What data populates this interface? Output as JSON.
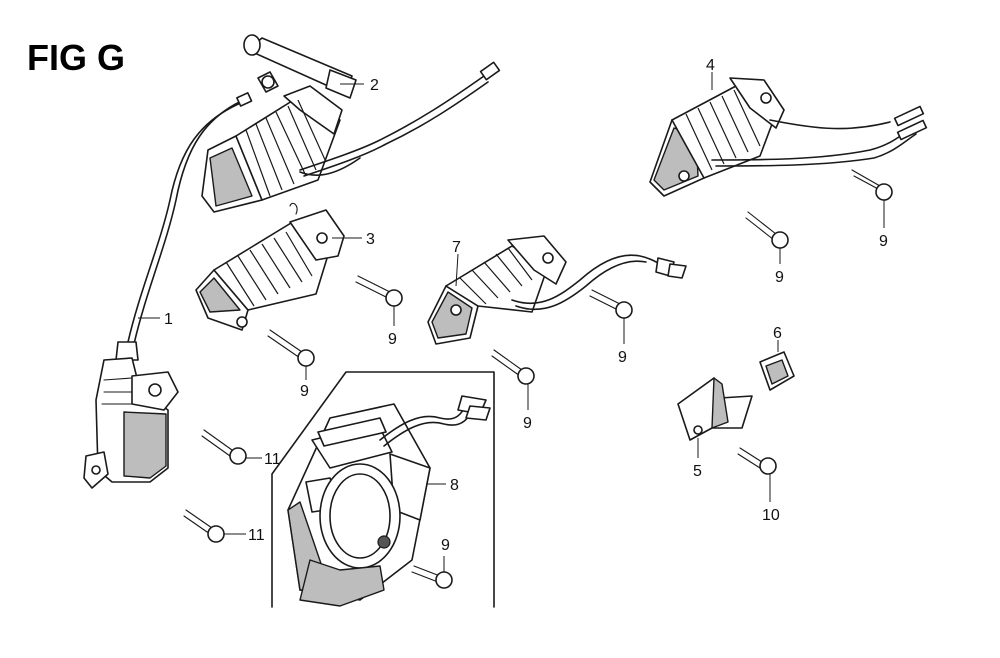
{
  "figure": {
    "title": "FIG G"
  },
  "callouts": {
    "c1": "1",
    "c2": "2",
    "c3": "3",
    "c4": "4",
    "c5": "5",
    "c6": "6",
    "c7": "7",
    "c8": "8",
    "c9": "9",
    "c10": "10",
    "c11": "11"
  },
  "colors": {
    "ink": "#1a1a1a",
    "background": "#ffffff",
    "shading": "#bdbdbd"
  }
}
